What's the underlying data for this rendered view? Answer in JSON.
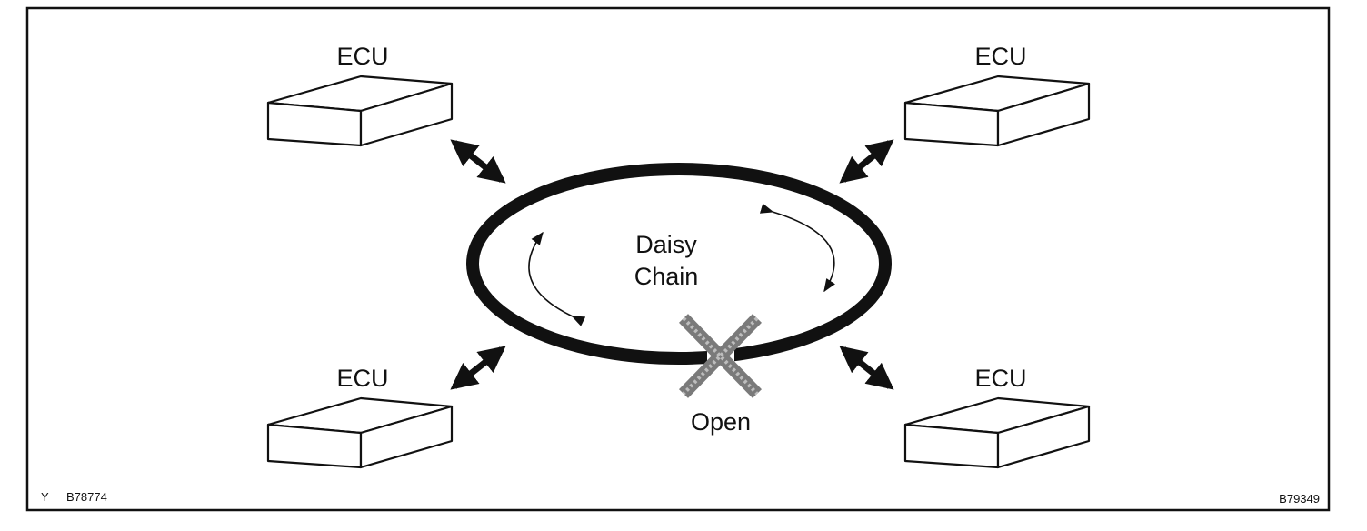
{
  "ecus": [
    {
      "label": "ECU"
    },
    {
      "label": "ECU"
    },
    {
      "label": "ECU"
    },
    {
      "label": "ECU"
    }
  ],
  "ring": {
    "line1": "Daisy",
    "line2": "Chain"
  },
  "fault": {
    "label": "Open"
  },
  "footer": {
    "left_marker": "Y",
    "left_code": "B78774",
    "right_code": "B79349"
  },
  "colors": {
    "line": "#111111",
    "fault_mark": "#7a7a7a",
    "background": "#ffffff"
  }
}
